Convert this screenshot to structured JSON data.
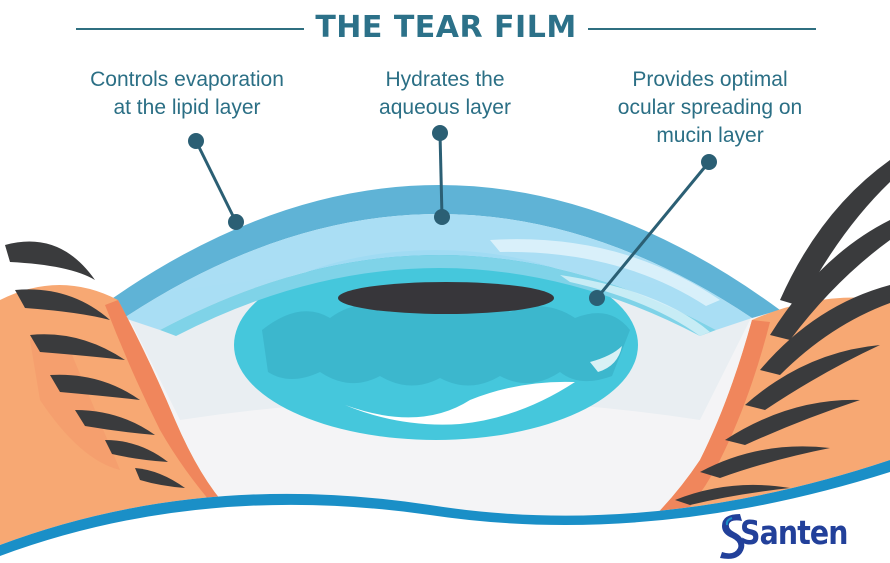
{
  "title": "THE TEAR FILM",
  "labels": {
    "lipid": "Controls evaporation\nat the lipid layer",
    "aqueous": "Hydrates the\naqueous layer",
    "mucin": "Provides optimal\nocular spreading on\nmucin layer"
  },
  "logo": {
    "text": "Santen"
  },
  "colors": {
    "title": "#2c7189",
    "skin": "#f7a873",
    "lipid_layer": "#5fb3d6",
    "aqueous_layer": "#9fdaf1",
    "iris": "#45c7dc",
    "pupil": "#37363a",
    "lashes": "#3a3b3d",
    "brand": "#22409a",
    "wave": "#1a8fc7"
  }
}
